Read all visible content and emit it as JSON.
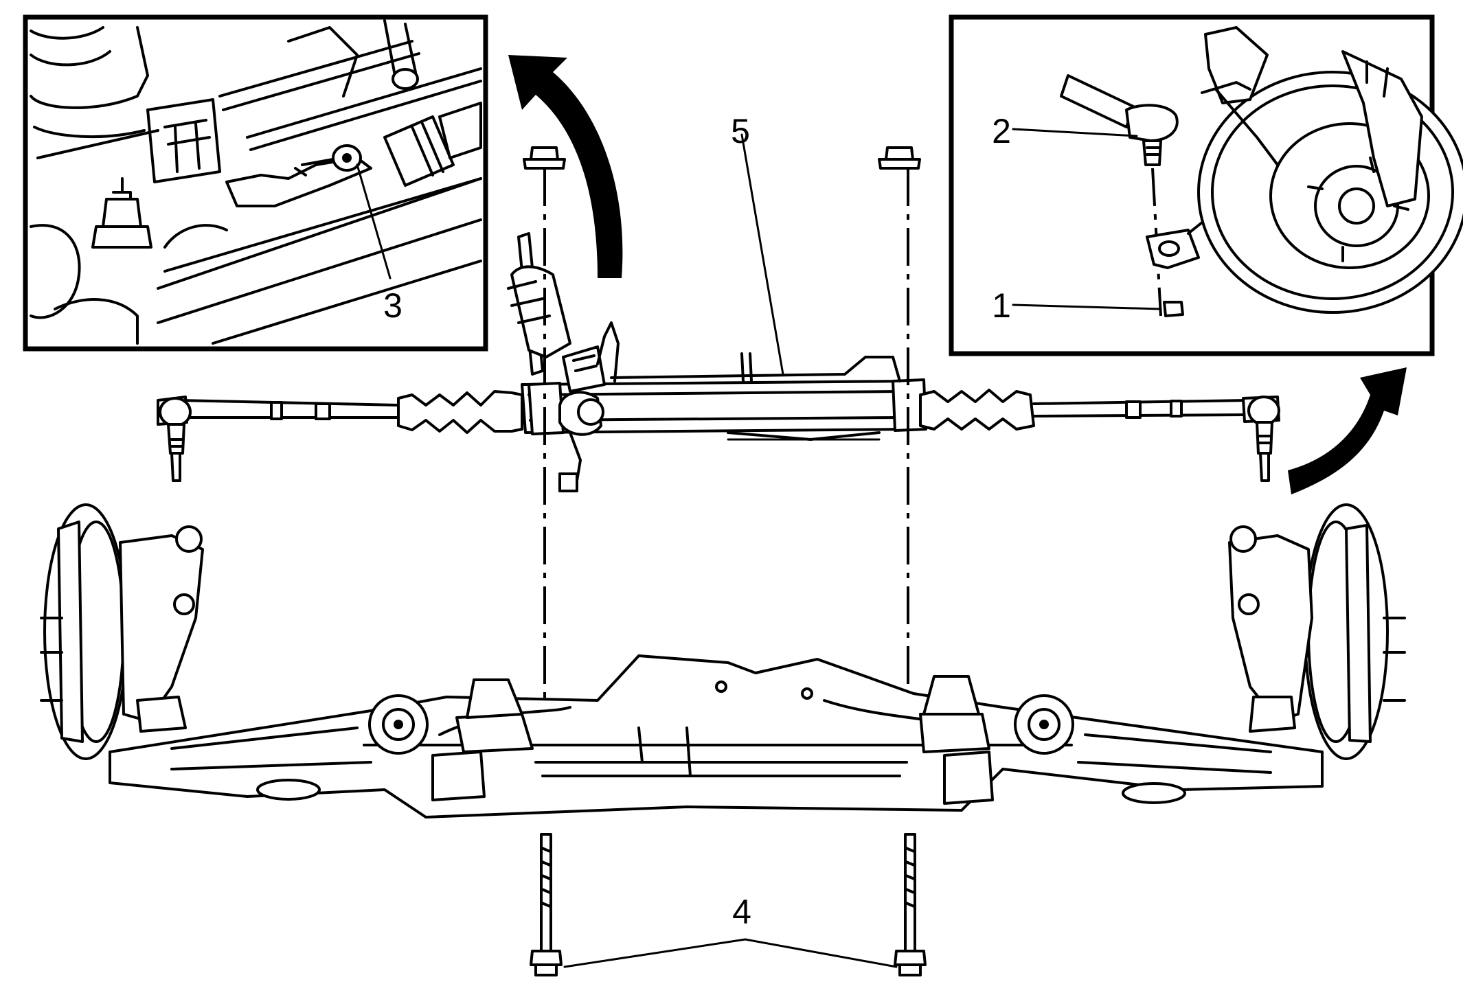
{
  "diagram": {
    "callouts": [
      {
        "id": "1",
        "text": "1"
      },
      {
        "id": "2",
        "text": "2"
      },
      {
        "id": "3",
        "text": "3"
      },
      {
        "id": "4",
        "text": "4"
      },
      {
        "id": "5",
        "text": "5"
      }
    ],
    "inset_left": {
      "callout": "3"
    },
    "inset_right": {
      "callouts": [
        "2",
        "1"
      ]
    },
    "main_assembly": {
      "callouts": [
        "5",
        "4"
      ]
    },
    "colors": {
      "ink": "#000000",
      "paper": "#ffffff"
    }
  }
}
